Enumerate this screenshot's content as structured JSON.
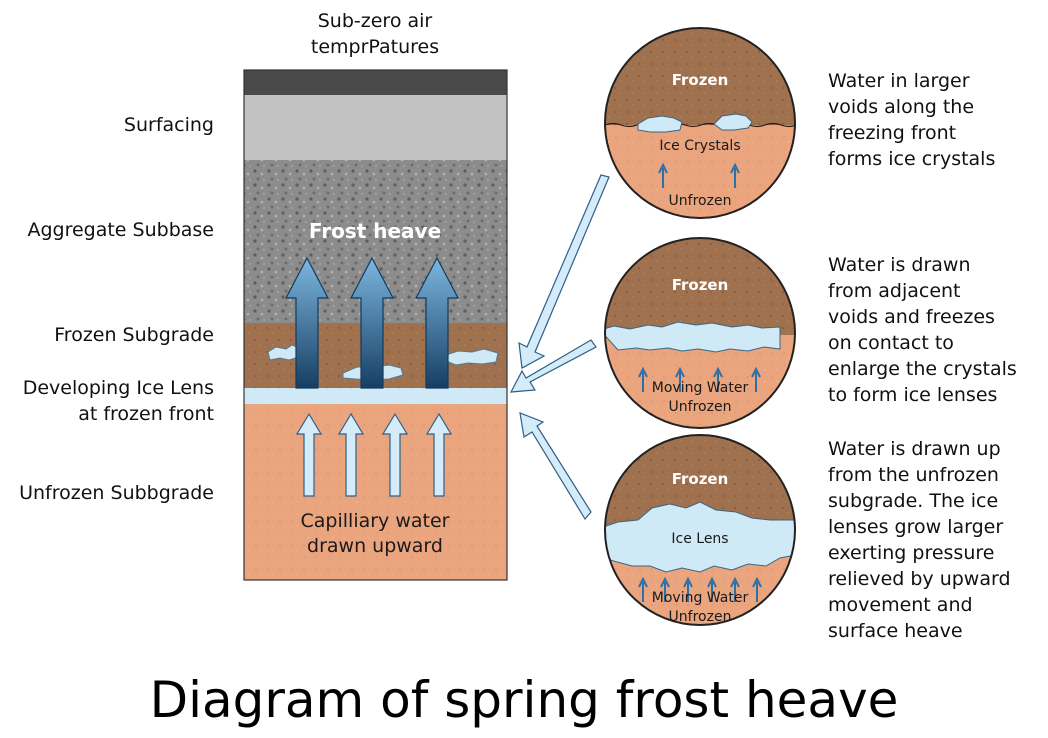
{
  "top_label": [
    "Sub-zero air",
    "temprPatures"
  ],
  "layers": {
    "surfacing": "Surfacing",
    "aggregate": "Aggregate Subbase",
    "frozen": "Frozen Subgrade",
    "ice_lens": [
      "Developing Ice Lens",
      "at frozen front"
    ],
    "unfrozen": "Unfrozen Subbgrade"
  },
  "column": {
    "frost_heave": "Frost heave",
    "capillary": [
      "Capilliary water",
      "drawn upward"
    ]
  },
  "circles": [
    {
      "frozen": "Frozen",
      "middle": "Ice Crystals",
      "bottom": "Unfrozen"
    },
    {
      "frozen": "Frozen",
      "middle": "Moving Water",
      "bottom": "Unfrozen"
    },
    {
      "frozen": "Frozen",
      "inner": "Ice Lens",
      "middle": "Moving Water",
      "bottom": "Unfrozen"
    }
  ],
  "descriptions": [
    [
      "Water in larger",
      "voids along the",
      "freezing front",
      "forms ice crystals"
    ],
    [
      "Water is drawn",
      "from adjacent",
      "voids and freezes",
      "on contact to",
      "enlarge the crystals",
      "to form ice lenses"
    ],
    [
      "Water is drawn up",
      "from the unfrozen",
      "subgrade. The ice",
      "lenses grow larger",
      "exerting pressure",
      "relieved by upward",
      "movement and",
      "surface heave"
    ]
  ],
  "caption": "Diagram of spring frost heave",
  "colors": {
    "asphalt": "#4a4a4a",
    "surfacing": "#bdbdbd",
    "aggregate": "#8e8e8e",
    "frozen": "#a0714f",
    "ice": "#cfe9f6",
    "unfrozen": "#eaa57f",
    "arrow_blue": "#2f6fa6",
    "arrow_light": "#d4ecfa"
  }
}
